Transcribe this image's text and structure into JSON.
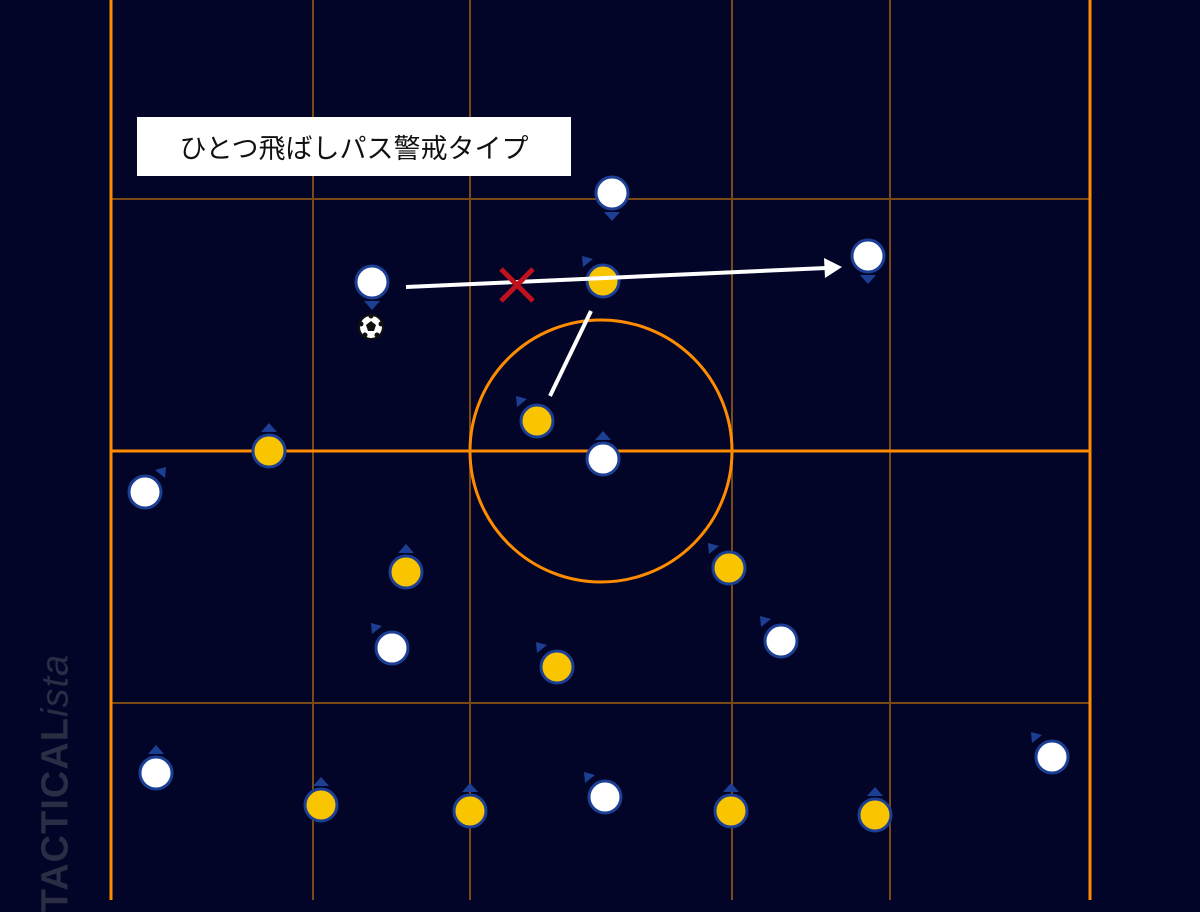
{
  "title": "ひとつ飛ばしパス警戒タイプ",
  "watermark": {
    "bold": "TACTICAL",
    "italic": "ista"
  },
  "colors": {
    "background": "#020527",
    "pitch_line": "#ff8c00",
    "grid_line": "#7a4a14",
    "team_white": "#ffffff",
    "team_yellow": "#f8c500",
    "player_outline": "#1c3f94",
    "pass_arrow": "#ffffff",
    "blocked_mark": "#c0111e"
  },
  "icons": {
    "ball": "soccer-ball-icon",
    "blocked": "x-mark-icon"
  }
}
